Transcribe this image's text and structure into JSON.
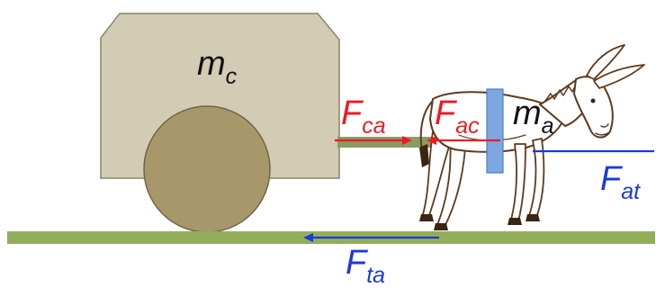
{
  "colors": {
    "cart_body": "#d3ccb4",
    "cart_outline": "#8a8466",
    "wheel": "#a7976a",
    "wheel_outline": "#6f6645",
    "ground": "#93ae5b",
    "shaft": "#8c9a66",
    "harness": "#7ea6e0",
    "harness_outline": "#4f7fc4",
    "force_red": "#ea1c24",
    "force_blue": "#1c3ad6",
    "text_black": "#111111",
    "donkey_line": "#5e3a1e",
    "donkey_fill": "#ffffff",
    "donkey_dark": "#3b2412"
  },
  "labels": {
    "mass_cart": {
      "main": "m",
      "sub": "c"
    },
    "mass_donkey": {
      "main": "m",
      "sub": "a"
    },
    "force_cart_on_donkey": {
      "main": "F",
      "sub": "ca"
    },
    "force_donkey_on_cart": {
      "main": "F",
      "sub": "ac"
    },
    "force_ground_on_donkey": {
      "main": "F",
      "sub": "at"
    },
    "force_donkey_on_ground": {
      "main": "F",
      "sub": "ta"
    }
  },
  "icons": {
    "donkey": "donkey-icon",
    "cart": "cart-icon",
    "wheel": "wheel-icon"
  }
}
